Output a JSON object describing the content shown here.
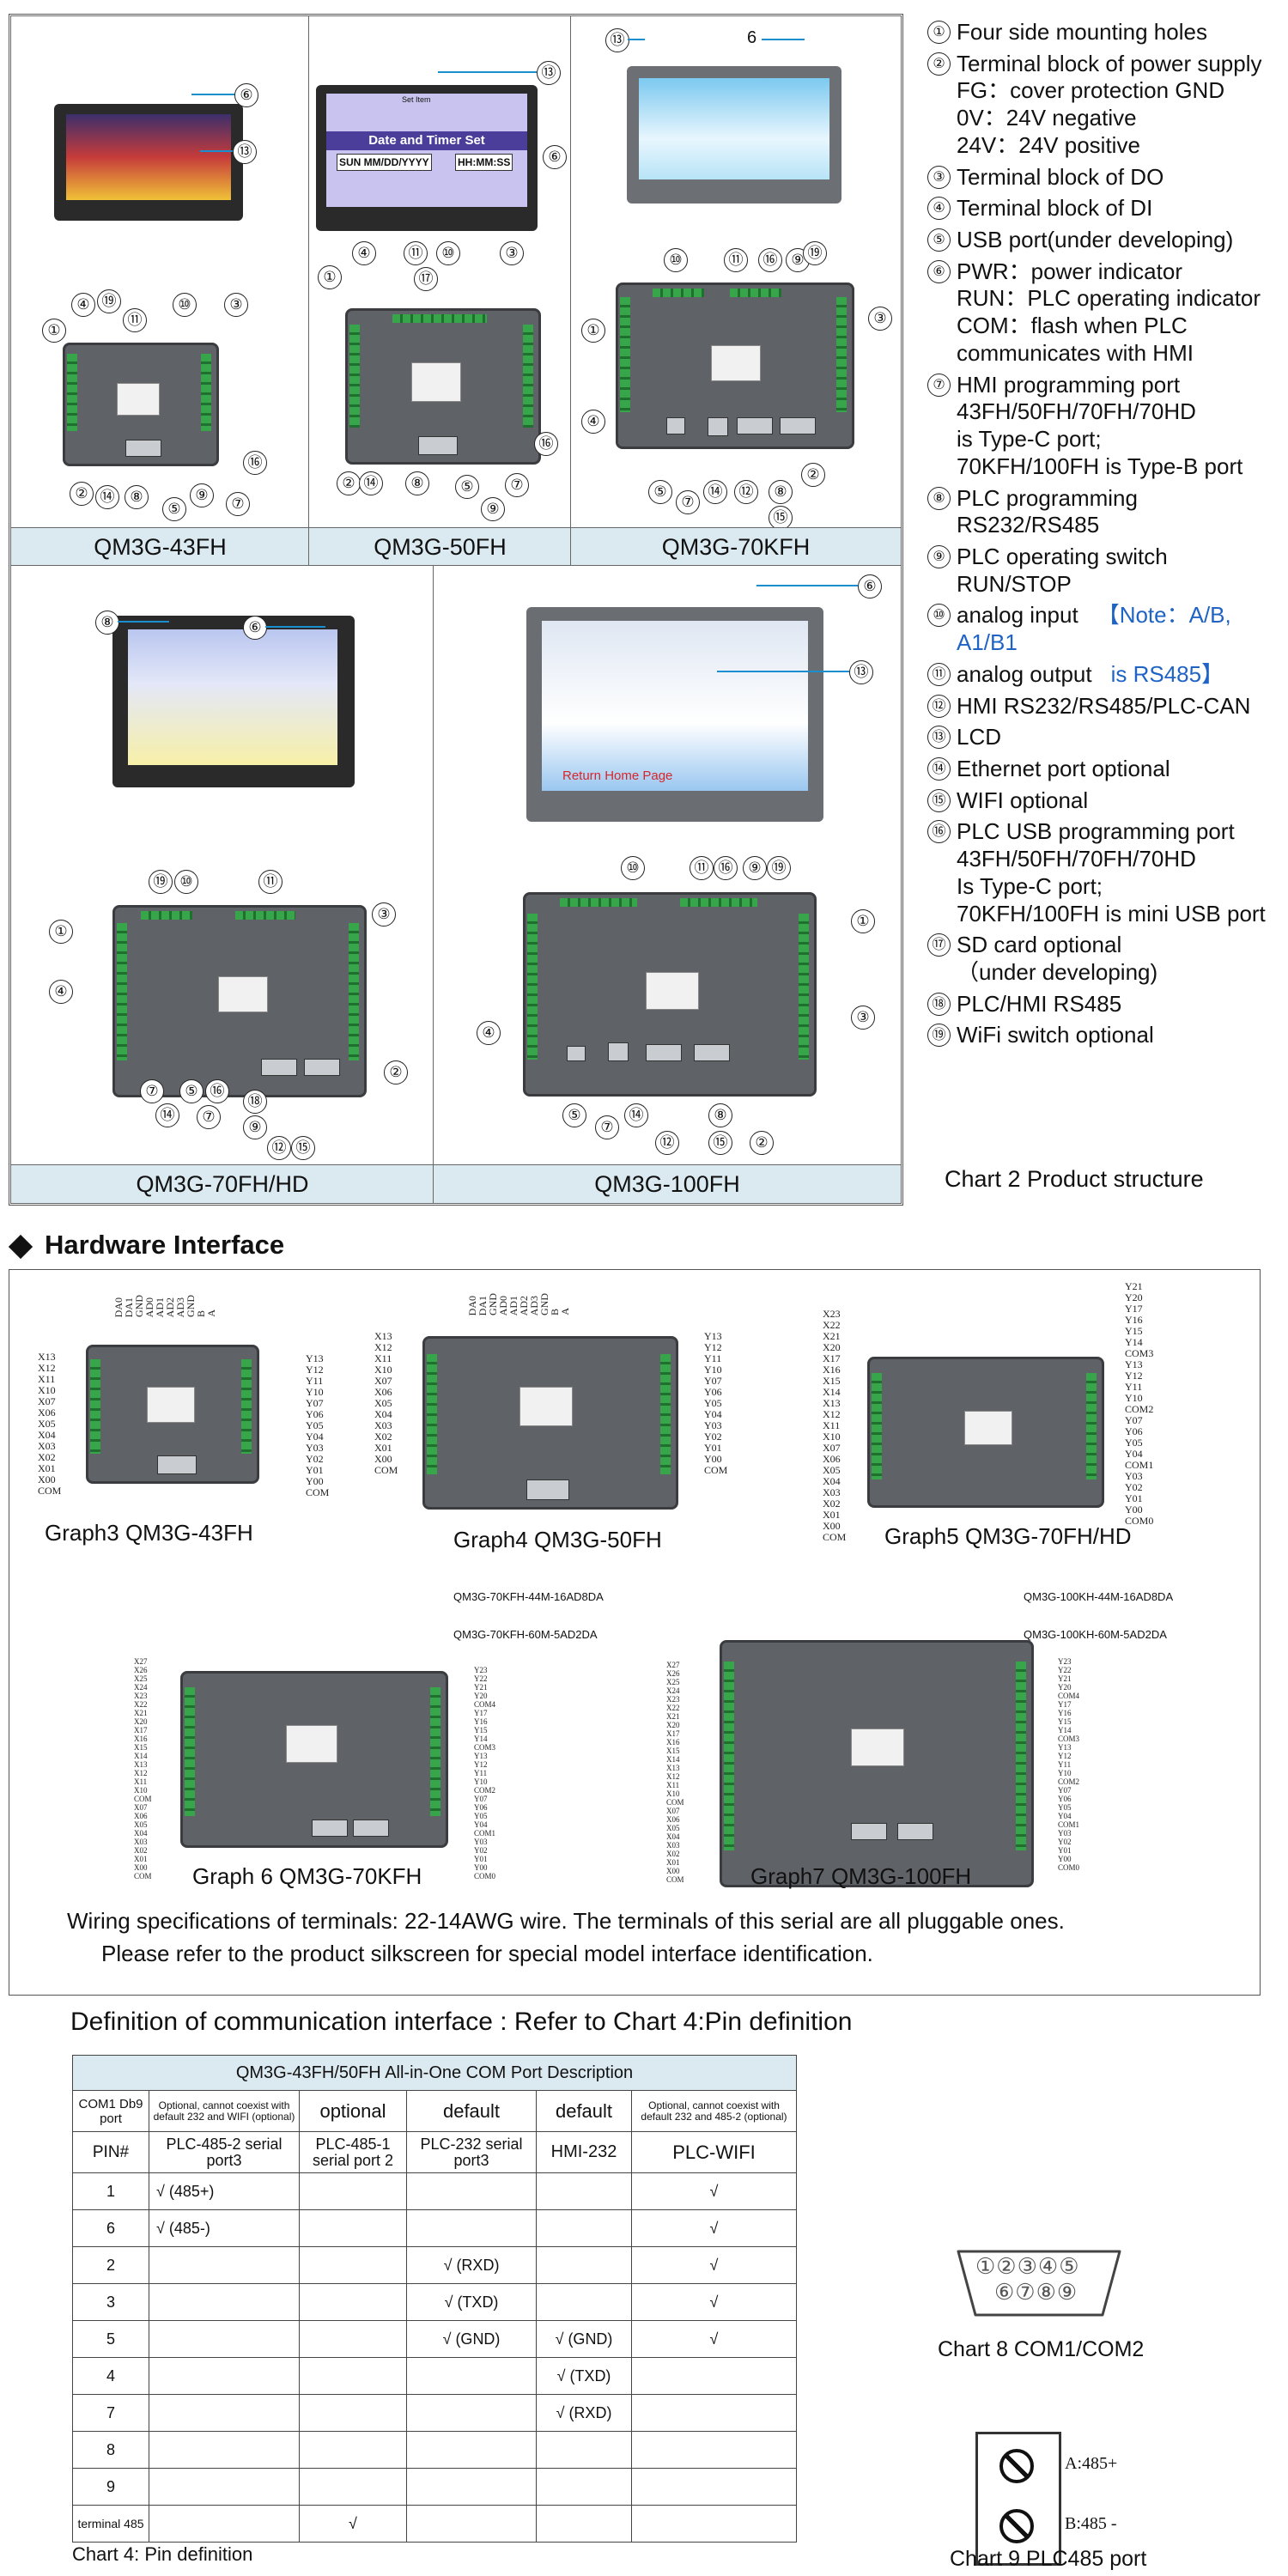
{
  "product_structure": {
    "panels": [
      {
        "model": "QM3G-43FH",
        "callouts_front": [
          "⑥",
          "⑬"
        ],
        "callouts_back": [
          "④",
          "⑲",
          "⑪",
          "⑩",
          "③",
          "①",
          "②",
          "⑭",
          "⑧",
          "⑤",
          "⑨",
          "⑦",
          "⑯"
        ]
      },
      {
        "model": "QM3G-50FH",
        "screen_title": "Set Item",
        "screen_heading": "Date and Timer Set",
        "screen_fields": [
          "SUN MM/DD/YYYY",
          "HH:MM:SS"
        ],
        "callouts_front": [
          "⑬",
          "⑥"
        ],
        "callouts_back": [
          "①",
          "④",
          "⑪",
          "⑩",
          "③",
          "⑰",
          "②",
          "⑭",
          "⑧",
          "⑤",
          "⑨",
          "⑦",
          "⑯"
        ]
      },
      {
        "model": "QM3G-70KFH",
        "callouts_front": [
          "⑬",
          "6"
        ],
        "callouts_back": [
          "⑩",
          "⑪",
          "⑯",
          "⑨",
          "⑲",
          "①",
          "③",
          "④",
          "⑤",
          "⑦",
          "⑭",
          "⑫",
          "⑧",
          "⑮",
          "②"
        ]
      },
      {
        "model": "QM3G-70FH/HD",
        "callouts_front": [
          "⑧",
          "⑥"
        ],
        "callouts_back": [
          "⑲",
          "⑩",
          "⑪",
          "①",
          "③",
          "④",
          "②",
          "⑦",
          "⑤",
          "⑯",
          "⑭",
          "⑦",
          "⑱",
          "⑨",
          "⑫",
          "⑮"
        ]
      },
      {
        "model": "QM3G-100FH",
        "screen_button": "Return Home Page",
        "callouts_front": [
          "⑥",
          "⑬"
        ],
        "callouts_back": [
          "⑩",
          "⑪",
          "⑯",
          "⑨",
          "⑲",
          "①",
          "④",
          "③",
          "⑤",
          "⑦",
          "⑭",
          "⑫",
          "⑧",
          "⑮",
          "②"
        ]
      }
    ],
    "legend": [
      {
        "num": "①",
        "lines": [
          "Four side mounting holes"
        ]
      },
      {
        "num": "②",
        "lines": [
          "Terminal block of power supply",
          "FG：cover protection GND",
          "0V：24V negative",
          "24V：24V positive"
        ]
      },
      {
        "num": "③",
        "lines": [
          "Terminal block of DO"
        ]
      },
      {
        "num": "④",
        "lines": [
          "Terminal block of DI"
        ]
      },
      {
        "num": "⑤",
        "lines": [
          "USB port(under developing)"
        ]
      },
      {
        "num": "⑥",
        "lines": [
          "PWR：power indicator",
          "RUN：PLC operating indicator",
          "COM：flash when PLC",
          "communicates with HMI"
        ]
      },
      {
        "num": "⑦",
        "lines": [
          "HMI programming port",
          "43FH/50FH/70FH/70HD",
          "is Type-C port;",
          "70KFH/100FH is Type-B port"
        ]
      },
      {
        "num": "⑧",
        "lines": [
          "PLC programming RS232/RS485"
        ]
      },
      {
        "num": "⑨",
        "lines": [
          "PLC operating switch RUN/STOP"
        ]
      },
      {
        "num": "⑩",
        "lines": [
          "analog input"
        ],
        "note": "【Note：A/B, A1/B1"
      },
      {
        "num": "⑪",
        "lines": [
          "analog output"
        ],
        "note": "is RS485】"
      },
      {
        "num": "⑫",
        "lines": [
          "HMI RS232/RS485/PLC-CAN"
        ]
      },
      {
        "num": "⑬",
        "lines": [
          "LCD"
        ]
      },
      {
        "num": "⑭",
        "lines": [
          "Ethernet port optional"
        ]
      },
      {
        "num": "⑮",
        "lines": [
          "WIFI optional"
        ]
      },
      {
        "num": "⑯",
        "lines": [
          "PLC USB programming port",
          "43FH/50FH/70FH/70HD",
          "Is Type-C port;",
          "70KFH/100FH is mini USB port"
        ]
      },
      {
        "num": "⑰",
        "lines": [
          "SD card optional",
          "（under developing)"
        ]
      },
      {
        "num": "⑱",
        "lines": [
          "PLC/HMI RS485"
        ]
      },
      {
        "num": "⑲",
        "lines": [
          "WiFi switch optional"
        ]
      }
    ],
    "caption": "Chart 2  Product structure"
  },
  "hardware": {
    "heading": "Hardware Interface",
    "graphs": [
      {
        "caption": "Graph3  QM3G-43FH",
        "top_pins": [
          "DA0",
          "DA1",
          "GND",
          "AD0",
          "AD1",
          "AD2",
          "AD3",
          "GND",
          "B",
          "A"
        ],
        "left_pins": [
          "X13",
          "X12",
          "X11",
          "X10",
          "X07",
          "X06",
          "X05",
          "X04",
          "X03",
          "X02",
          "X01",
          "X00",
          "COM"
        ],
        "right_pins": [
          "Y13",
          "Y12",
          "Y11",
          "Y10",
          "Y07",
          "Y06",
          "Y05",
          "Y04",
          "Y03",
          "Y02",
          "Y01",
          "Y00",
          "COM"
        ]
      },
      {
        "caption": "Graph4  QM3G-50FH",
        "top_pins": [
          "DA0",
          "DA1",
          "GND",
          "AD0",
          "AD1",
          "AD2",
          "AD3",
          "GND",
          "B",
          "A"
        ],
        "left_pins": [
          "X13",
          "X12",
          "X11",
          "X10",
          "X07",
          "X06",
          "X05",
          "X04",
          "X03",
          "X02",
          "X01",
          "X00",
          "COM"
        ],
        "right_pins": [
          "Y13",
          "Y12",
          "Y11",
          "Y10",
          "Y07",
          "Y06",
          "Y05",
          "Y04",
          "Y03",
          "Y02",
          "Y01",
          "Y00",
          "COM"
        ]
      },
      {
        "caption": "Graph5  QM3G-70FH/HD",
        "left_pins": [
          "X23",
          "X22",
          "X21",
          "X20",
          "X17",
          "X16",
          "X15",
          "X14",
          "X13",
          "X12",
          "X11",
          "X10",
          "X07",
          "X06",
          "X05",
          "X04",
          "X03",
          "X02",
          "X01",
          "X00",
          "COM"
        ],
        "right_pins": [
          "Y21",
          "Y20",
          "Y17",
          "Y16",
          "Y15",
          "Y14",
          "COM3",
          "Y13",
          "Y12",
          "Y11",
          "Y10",
          "COM2",
          "Y07",
          "Y06",
          "Y05",
          "Y04",
          "COM1",
          "Y03",
          "Y02",
          "Y01",
          "Y00",
          "COM0"
        ]
      },
      {
        "caption": "Graph 6  QM3G-70KFH",
        "model_notes": [
          "QM3G-70KFH-44M-16AD8DA",
          "QM3G-70KFH-60M-5AD2DA"
        ],
        "left_pins": [
          "X27",
          "X26",
          "X25",
          "X24",
          "X23",
          "X22",
          "X21",
          "X20",
          "X17",
          "X16",
          "X15",
          "X14",
          "X13",
          "X12",
          "X11",
          "X10",
          "COM",
          "X07",
          "X06",
          "X05",
          "X04",
          "X03",
          "X02",
          "X01",
          "X00",
          "COM"
        ],
        "right_pins": [
          "Y23",
          "Y22",
          "Y21",
          "Y20",
          "COM4",
          "Y17",
          "Y16",
          "Y15",
          "Y14",
          "COM3",
          "Y13",
          "Y12",
          "Y11",
          "Y10",
          "COM2",
          "Y07",
          "Y06",
          "Y05",
          "Y04",
          "COM1",
          "Y03",
          "Y02",
          "Y01",
          "Y00",
          "COM0"
        ]
      },
      {
        "caption": "Graph7  QM3G-100FH",
        "model_notes": [
          "QM3G-100KH-44M-16AD8DA",
          "QM3G-100KH-60M-5AD2DA"
        ],
        "left_pins": [
          "X27",
          "X26",
          "X25",
          "X24",
          "X23",
          "X22",
          "X21",
          "X20",
          "X17",
          "X16",
          "X15",
          "X14",
          "X13",
          "X12",
          "X11",
          "X10",
          "COM",
          "X07",
          "X06",
          "X05",
          "X04",
          "X03",
          "X02",
          "X01",
          "X00",
          "COM"
        ],
        "right_pins": [
          "Y23",
          "Y22",
          "Y21",
          "Y20",
          "COM4",
          "Y17",
          "Y16",
          "Y15",
          "Y14",
          "COM3",
          "Y13",
          "Y12",
          "Y11",
          "Y10",
          "COM2",
          "Y07",
          "Y06",
          "Y05",
          "Y04",
          "COM1",
          "Y03",
          "Y02",
          "Y01",
          "Y00",
          "COM0"
        ]
      }
    ],
    "wiring_note_1": "Wiring specifications of terminals: 22-14AWG wire. The terminals of this serial are all pluggable ones.",
    "wiring_note_2": "Please refer to the product silkscreen for special model interface identification."
  },
  "comm": {
    "heading": "Definition of communication interface : Refer to Chart 4:Pin definition",
    "table_title": "QM3G-43FH/50FH All-in-One COM Port Description",
    "row_a": [
      "COM1 Db9 port",
      "Optional, cannot coexist with default 232 and WIFI (optional)",
      "optional",
      "default",
      "default",
      "Optional, cannot coexist with default 232 and 485-2 (optional)"
    ],
    "row_b": [
      "PIN#",
      "PLC-485-2 serial port3",
      "PLC-485-1 serial port 2",
      "PLC-232 serial port3",
      "HMI-232",
      "PLC-WIFI"
    ],
    "rows": [
      [
        "1",
        "√ (485+)",
        "",
        "",
        "",
        "√"
      ],
      [
        "6",
        "√ (485-)",
        "",
        "",
        "",
        "√"
      ],
      [
        "2",
        "",
        "",
        "√ (RXD)",
        "",
        "√"
      ],
      [
        "3",
        "",
        "",
        "√ (TXD)",
        "",
        "√"
      ],
      [
        "5",
        "",
        "",
        "√ (GND)",
        "√ (GND)",
        "√"
      ],
      [
        "4",
        "",
        "",
        "",
        "√ (TXD)",
        ""
      ],
      [
        "7",
        "",
        "",
        "",
        "√ (RXD)",
        ""
      ],
      [
        "8",
        "",
        "",
        "",
        "",
        ""
      ],
      [
        "9",
        "",
        "",
        "",
        "",
        ""
      ],
      [
        "terminal 485",
        "",
        "√",
        "",
        "",
        ""
      ]
    ],
    "chart4_caption": "Chart 4: Pin definition",
    "db9_top": "①②③④⑤",
    "db9_bottom": "⑥⑦⑧⑨",
    "chart8_caption": "Chart 8    COM1/COM2",
    "plc485_a": "A:485+",
    "plc485_b": "B:485 -",
    "chart9_caption": "Chart 9    PLC485 port"
  }
}
